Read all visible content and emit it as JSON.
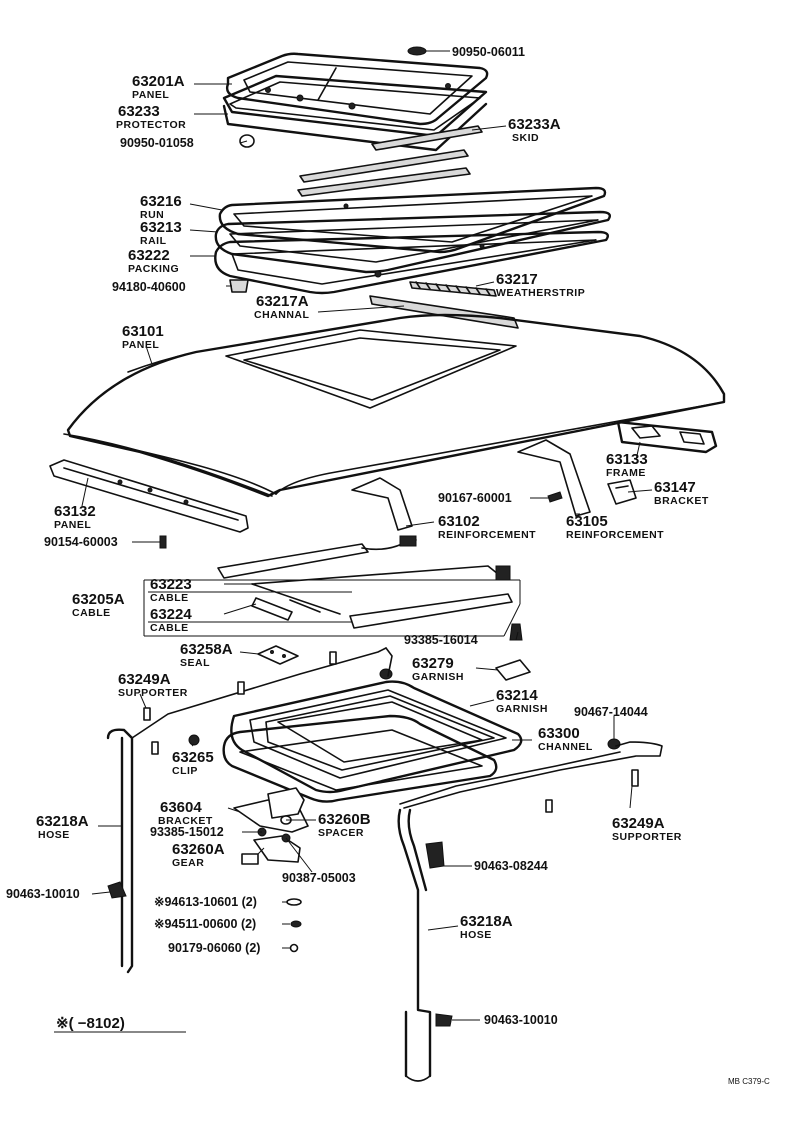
{
  "labels": {
    "p_90950_06011": "90950-06011",
    "p_63201A": "63201A",
    "n_63201A": "PANEL",
    "p_63233": "63233",
    "n_63233": "PROTECTOR",
    "p_90950_01058": "90950-01058",
    "p_63233A": "63233A",
    "n_63233A": "SKID",
    "p_63216": "63216",
    "n_63216": "RUN",
    "p_63213": "63213",
    "n_63213": "RAIL",
    "p_63222": "63222",
    "n_63222": "PACKING",
    "p_94180_40600": "94180-40600",
    "p_63217": "63217",
    "n_63217": "WEATHERSTRIP",
    "p_63217A": "63217A",
    "n_63217A": "CHANNAL",
    "p_63101": "63101",
    "n_63101": "PANEL",
    "p_63133": "63133",
    "n_63133": "FRAME",
    "p_63147": "63147",
    "n_63147": "BRACKET",
    "p_90167_60001": "90167-60001",
    "p_63132": "63132",
    "n_63132": "PANEL",
    "p_63102": "63102",
    "n_63102": "REINFORCEMENT",
    "p_63105": "63105",
    "n_63105": "REINFORCEMENT",
    "p_90154_60003": "90154-60003",
    "p_63223": "63223",
    "n_63223": "CABLE",
    "p_63205A": "63205A",
    "n_63205A": "CABLE",
    "p_63224": "63224",
    "n_63224": "CABLE",
    "p_93385_16014": "93385-16014",
    "p_63258A": "63258A",
    "n_63258A": "SEAL",
    "p_63279": "63279",
    "n_63279": "GARNISH",
    "p_63249A_l": "63249A",
    "n_63249A_l": "SUPPORTER",
    "p_63214": "63214",
    "n_63214": "GARNISH",
    "p_90467_14044": "90467-14044",
    "p_63300": "63300",
    "n_63300": "CHANNEL",
    "p_63265": "63265",
    "n_63265": "CLIP",
    "p_63604": "63604",
    "n_63604": "BRACKET",
    "p_63260B": "63260B",
    "n_63260B": "SPACER",
    "p_93385_15012": "93385-15012",
    "p_63260A": "63260A",
    "n_63260A": "GEAR",
    "p_90387_05003": "90387-05003",
    "p_63218A_l": "63218A",
    "n_63218A_l": "HOSE",
    "p_63249A_r": "63249A",
    "n_63249A_r": "SUPPORTER",
    "p_90463_08244": "90463-08244",
    "p_90463_10010_l": "90463-10010",
    "p_94613_10601": "※94613-10601 (2)",
    "p_94511_00600": "※94511-00600 (2)",
    "p_90179_06060": "90179-06060 (2)",
    "p_63218A_r": "63218A",
    "n_63218A_r": "HOSE",
    "p_90463_10010_r": "90463-10010",
    "footnote": "※(      −8102)",
    "ref": "MB C379-C"
  }
}
